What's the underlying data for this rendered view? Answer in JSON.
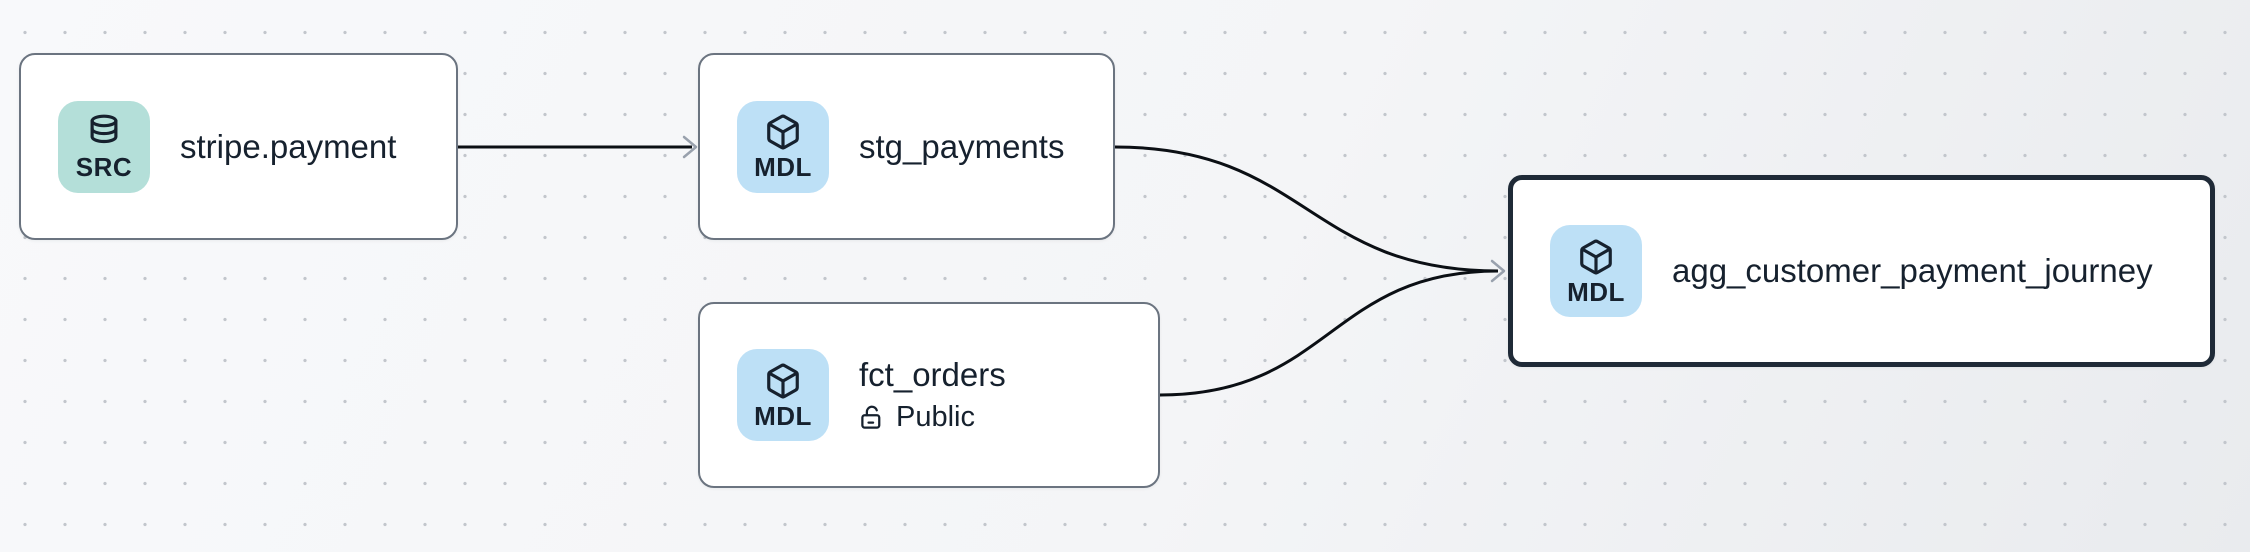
{
  "app": {
    "view": "lineage-graph"
  },
  "colors": {
    "canvas_bg_start": "#f8f9fb",
    "canvas_bg_end": "#e9ebee",
    "dot": "#c2c6cc",
    "node_bg": "#ffffff",
    "node_border": "#6b7480",
    "selected_node_border": "#1f2a37",
    "edge": "#0b0f14",
    "arrowhead": "#99a1ad",
    "text": "#16212e",
    "source_badge_bg": "#b4dfd9",
    "model_badge_bg": "#bde0f6"
  },
  "nodes": [
    {
      "id": "stripe.payment",
      "title": "stripe.payment",
      "badge_label": "SRC",
      "badge_icon": "database-icon",
      "kind": "source",
      "selected": false
    },
    {
      "id": "stg_payments",
      "title": "stg_payments",
      "badge_label": "MDL",
      "badge_icon": "cube-icon",
      "kind": "model",
      "selected": false
    },
    {
      "id": "fct_orders",
      "title": "fct_orders",
      "badge_label": "MDL",
      "badge_icon": "cube-icon",
      "kind": "model",
      "access_label": "Public",
      "access_icon": "unlock-icon",
      "selected": false
    },
    {
      "id": "agg_customer_payment_journey",
      "title": "agg_customer_payment_journey",
      "badge_label": "MDL",
      "badge_icon": "cube-icon",
      "kind": "model",
      "selected": true
    }
  ],
  "edges": [
    {
      "from": "stripe.payment",
      "to": "stg_payments"
    },
    {
      "from": "stg_payments",
      "to": "agg_customer_payment_journey"
    },
    {
      "from": "fct_orders",
      "to": "agg_customer_payment_journey"
    }
  ]
}
